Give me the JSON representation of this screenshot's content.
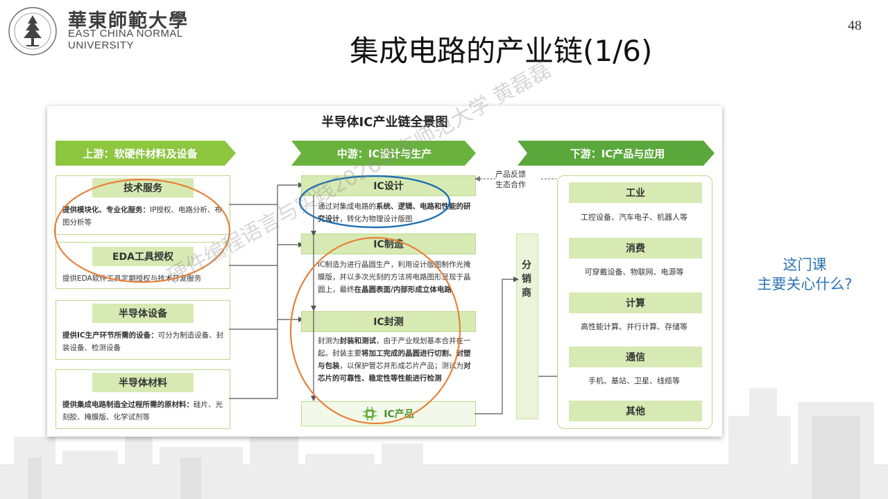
{
  "header": {
    "logo_cn": "華東師範大學",
    "logo_en_line1": "EAST CHINA NORMAL",
    "logo_en_line2": "UNIVERSITY",
    "title": "集成电路的产业链(1/6)",
    "page_number": "48"
  },
  "diagram": {
    "title": "半导体IC产业链全景图",
    "upstream": {
      "chevron": "上游：软硬件材料及设备",
      "blocks": [
        {
          "title": "技术服务",
          "desc_bold": "提供模块化、专业化服务：",
          "desc": "IP授权、电路分析、布图分析等"
        },
        {
          "title": "EDA工具授权",
          "desc_bold": "",
          "desc": "提供EDA软件工具定期授权与技术开发服务"
        },
        {
          "title": "半导体设备",
          "desc_bold": "提供IC生产环节所需的设备：",
          "desc": "可分为制造设备、封装设备、检测设备"
        },
        {
          "title": "半导体材料",
          "desc_bold": "提供集成电路制造全过程所需的原材料：",
          "desc": "硅片、光刻胶、掩膜版、化学试剂等"
        }
      ]
    },
    "midstream": {
      "chevron": "中游：IC设计与生产",
      "feedback_line1": "产品反馈",
      "feedback_line2": "生态合作",
      "design": {
        "title": "IC设计",
        "d1": "通过对集成电路的",
        "d2": "系统、逻辑、电路和性能的研究设计",
        "d3": "，转化为物理设计版图"
      },
      "manufacture": {
        "title": "IC制造",
        "d1": "IC制造为进行晶圆生产，利用设计版图制作光掩膜版，并以多次光刻的方法将电路图形呈现于晶圆上，最终",
        "d2": "在晶圆表面/内部形成立体电路"
      },
      "package": {
        "title": "IC封测",
        "d1": "封测为",
        "d2": "封装和测试",
        "d3": "，由于产业规划基本合并在一起。封装主要",
        "d4": "将加工完成的晶圆进行切割、封塑与包装",
        "d5": "，以保护管芯并形成芯片产品；测试为",
        "d6": "对芯片的可靠性、稳定性等性能进行检测"
      },
      "product": "IC产品",
      "distributor": "分销商"
    },
    "downstream": {
      "chevron": "下游：IC产品与应用",
      "items": [
        {
          "title": "工业",
          "desc": "工控设备、汽车电子、机器人等"
        },
        {
          "title": "消费",
          "desc": "可穿戴设备、物联网、电源等"
        },
        {
          "title": "计算",
          "desc": "高性能计算、并行计算、存储等"
        },
        {
          "title": "通信",
          "desc": "手机、基站、卫星、线缆等"
        },
        {
          "title": "其他",
          "desc": ""
        }
      ]
    }
  },
  "note": {
    "line1": "这门课",
    "line2": "主要关心什么?"
  },
  "watermark": "硬件编程语言与实践2026华东师范大学 黄磊磊",
  "colors": {
    "chevron_light": "#8dc63f",
    "chevron_mid": "#6ab23e",
    "chevron_dark": "#5aa83b",
    "bar_fill": "#d7eab3",
    "circle_orange": "#e8803a",
    "circle_blue": "#1f6fb2",
    "note_blue": "#2e74b5"
  }
}
